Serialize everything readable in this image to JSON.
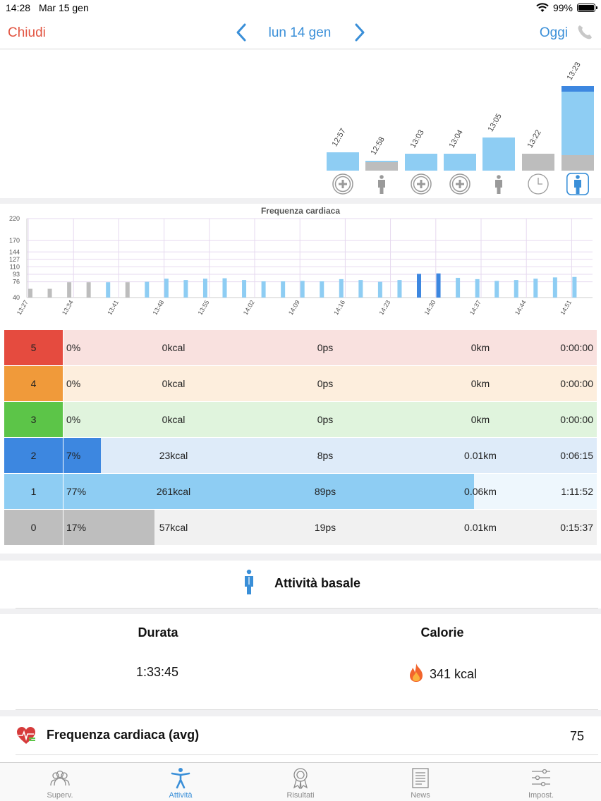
{
  "status": {
    "time": "14:28",
    "date": "Mar 15 gen",
    "battery": "99%"
  },
  "nav": {
    "close": "Chiudi",
    "date": "lun 14 gen",
    "today": "Oggi"
  },
  "sessions": [
    {
      "time": "12:57",
      "icon": "plus-circle-icon",
      "blue": 0.22,
      "gray": 0
    },
    {
      "time": "12:58",
      "icon": "person-standing-icon",
      "blue": 0.12,
      "gray": 0.11
    },
    {
      "time": "13:03",
      "icon": "plus-circle-icon",
      "blue": 0.2,
      "gray": 0
    },
    {
      "time": "13:04",
      "icon": "plus-circle-icon",
      "blue": 0.2,
      "gray": 0
    },
    {
      "time": "13:05",
      "icon": "person-standing-icon",
      "blue": 0.39,
      "gray": 0
    },
    {
      "time": "13:22",
      "icon": "clock-icon",
      "blue": 0,
      "gray": 0.22
    },
    {
      "time": "13:23",
      "icon": "person-standing-icon",
      "blue": 1.0,
      "gray": 0.2,
      "selected": true
    }
  ],
  "chart_data": {
    "type": "bar",
    "title": "Frequenza cardiaca",
    "yticks": [
      40,
      76,
      93,
      110,
      127,
      144,
      170,
      220
    ],
    "ylim": [
      40,
      220
    ],
    "xticks": [
      "13:27",
      "13:34",
      "13:41",
      "13:48",
      "13:55",
      "14:02",
      "14:09",
      "14:16",
      "14:23",
      "14:30",
      "14:37",
      "14:44",
      "14:51"
    ],
    "values": [
      {
        "v": 60,
        "z": 0
      },
      {
        "v": 60,
        "z": 0
      },
      {
        "v": 75,
        "z": 0
      },
      {
        "v": 75,
        "z": 0
      },
      {
        "v": 75,
        "z": 1
      },
      {
        "v": 75,
        "z": 0
      },
      {
        "v": 76,
        "z": 1
      },
      {
        "v": 83,
        "z": 1
      },
      {
        "v": 80,
        "z": 1
      },
      {
        "v": 83,
        "z": 1
      },
      {
        "v": 84,
        "z": 1
      },
      {
        "v": 80,
        "z": 1
      },
      {
        "v": 77,
        "z": 1
      },
      {
        "v": 77,
        "z": 1
      },
      {
        "v": 78,
        "z": 1
      },
      {
        "v": 77,
        "z": 1
      },
      {
        "v": 82,
        "z": 1
      },
      {
        "v": 80,
        "z": 1
      },
      {
        "v": 76,
        "z": 1
      },
      {
        "v": 80,
        "z": 1
      },
      {
        "v": 94,
        "z": 2
      },
      {
        "v": 95,
        "z": 2
      },
      {
        "v": 85,
        "z": 1
      },
      {
        "v": 82,
        "z": 1
      },
      {
        "v": 78,
        "z": 1
      },
      {
        "v": 80,
        "z": 1
      },
      {
        "v": 83,
        "z": 1
      },
      {
        "v": 86,
        "z": 1
      },
      {
        "v": 87,
        "z": 1
      }
    ]
  },
  "zones": [
    {
      "zone": "5",
      "pct": "0%",
      "kcal": "0kcal",
      "ps": "0ps",
      "km": "0km",
      "dur": "0:00:00",
      "frac": 0,
      "num_color": "#e54b3f",
      "bg_color": "#f9e1df",
      "fill_color": "#e54b3f"
    },
    {
      "zone": "4",
      "pct": "0%",
      "kcal": "0kcal",
      "ps": "0ps",
      "km": "0km",
      "dur": "0:00:00",
      "frac": 0,
      "num_color": "#f09a3a",
      "bg_color": "#fdeedd",
      "fill_color": "#f09a3a"
    },
    {
      "zone": "3",
      "pct": "0%",
      "kcal": "0kcal",
      "ps": "0ps",
      "km": "0km",
      "dur": "0:00:00",
      "frac": 0,
      "num_color": "#5cc548",
      "bg_color": "#e0f4dd",
      "fill_color": "#5cc548"
    },
    {
      "zone": "2",
      "pct": "7%",
      "kcal": "23kcal",
      "ps": "8ps",
      "km": "0.01km",
      "dur": "0:06:15",
      "frac": 0.07,
      "num_color": "#3d87e0",
      "bg_color": "#deebf9",
      "fill_color": "#3d87e0"
    },
    {
      "zone": "1",
      "pct": "77%",
      "kcal": "261kcal",
      "ps": "89ps",
      "km": "0.06km",
      "dur": "1:11:52",
      "frac": 0.77,
      "num_color": "#8ecdf3",
      "bg_color": "#eef7fd",
      "fill_color": "#8ecdf3"
    },
    {
      "zone": "0",
      "pct": "17%",
      "kcal": "57kcal",
      "ps": "19ps",
      "km": "0.01km",
      "dur": "0:15:37",
      "frac": 0.17,
      "num_color": "#bebebe",
      "bg_color": "#f1f1f1",
      "fill_color": "#bebebe"
    }
  ],
  "activity": {
    "title": "Attività basale",
    "duration_label": "Durata",
    "calories_label": "Calorie",
    "duration": "1:33:45",
    "calories": "341 kcal",
    "hr_avg_label": "Frequenza cardiaca (avg)",
    "hr_avg_value": "75"
  },
  "tabs": [
    {
      "label": "Superv.",
      "icon": "group-icon",
      "active": false
    },
    {
      "label": "Attività",
      "icon": "person-icon",
      "active": true
    },
    {
      "label": "Risultati",
      "icon": "award-icon",
      "active": false
    },
    {
      "label": "News",
      "icon": "news-icon",
      "active": false
    },
    {
      "label": "Impost.",
      "icon": "sliders-icon",
      "active": false
    }
  ],
  "colors": {
    "accent": "#3a8fd8",
    "close": "#e25441",
    "light_blue": "#8ecdf3",
    "dark_blue": "#3d87e0",
    "gray": "#bebebe"
  }
}
